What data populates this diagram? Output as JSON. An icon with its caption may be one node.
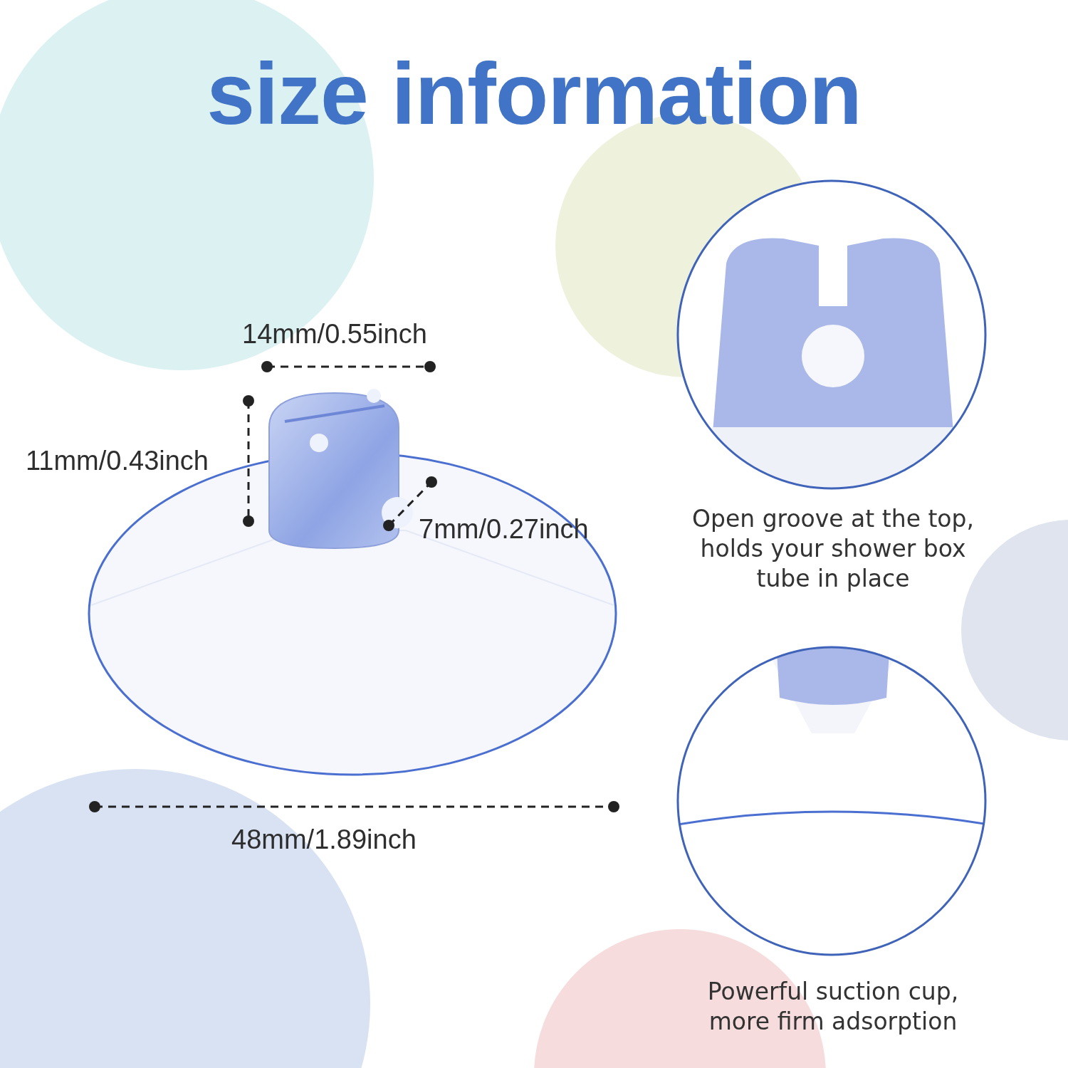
{
  "diagram": {
    "title": "size information",
    "labels": [
      "14mm/0.55inch",
      "11mm/0.43inch",
      "7mm/0.27inch",
      "Open groove at the top, holds your shower box tube in place",
      "48mm/1.89inch",
      "Powerful suction cup, more firm adsorption"
    ]
  }
}
